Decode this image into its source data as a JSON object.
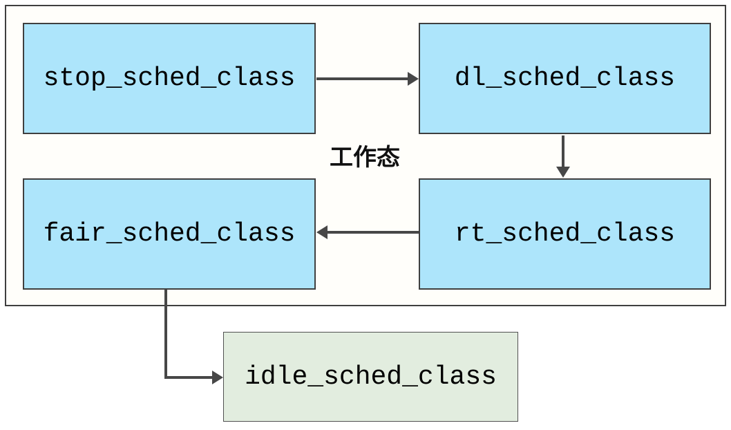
{
  "diagram": {
    "group_label": "工作态",
    "nodes": {
      "stop": {
        "label": "stop_sched_class"
      },
      "dl": {
        "label": "dl_sched_class"
      },
      "rt": {
        "label": "rt_sched_class"
      },
      "fair": {
        "label": "fair_sched_class"
      },
      "idle": {
        "label": "idle_sched_class"
      }
    },
    "edges": [
      {
        "from": "stop_sched_class",
        "to": "dl_sched_class",
        "direction": "right"
      },
      {
        "from": "dl_sched_class",
        "to": "rt_sched_class",
        "direction": "down"
      },
      {
        "from": "rt_sched_class",
        "to": "fair_sched_class",
        "direction": "left"
      },
      {
        "from": "fair_sched_class",
        "to": "idle_sched_class",
        "direction": "down-right"
      }
    ],
    "colors": {
      "node_active_fill": "#ade5fb",
      "node_idle_fill": "#e2eddf",
      "node_border": "#3f3f3f",
      "arrow": "#474747",
      "group_fill": "#fffefa"
    }
  }
}
